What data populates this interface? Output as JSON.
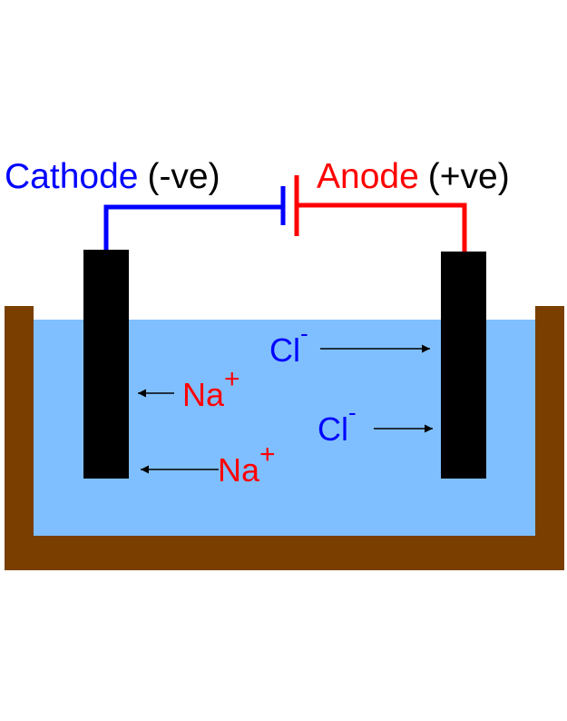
{
  "labels": {
    "cathode": "Cathode",
    "cathode_sign": "(-ve)",
    "anode": "Anode",
    "anode_sign": "(+ve)"
  },
  "ions": [
    {
      "symbol": "Cl",
      "charge": "-"
    },
    {
      "symbol": "Na",
      "charge": "+"
    },
    {
      "symbol": "Cl",
      "charge": "-"
    },
    {
      "symbol": "Na",
      "charge": "+"
    }
  ],
  "colors": {
    "cathode": "#0000ff",
    "anode": "#ff0000",
    "electrolyte": "#80bfff",
    "container": "#7a3f00",
    "electrode": "#000000"
  }
}
